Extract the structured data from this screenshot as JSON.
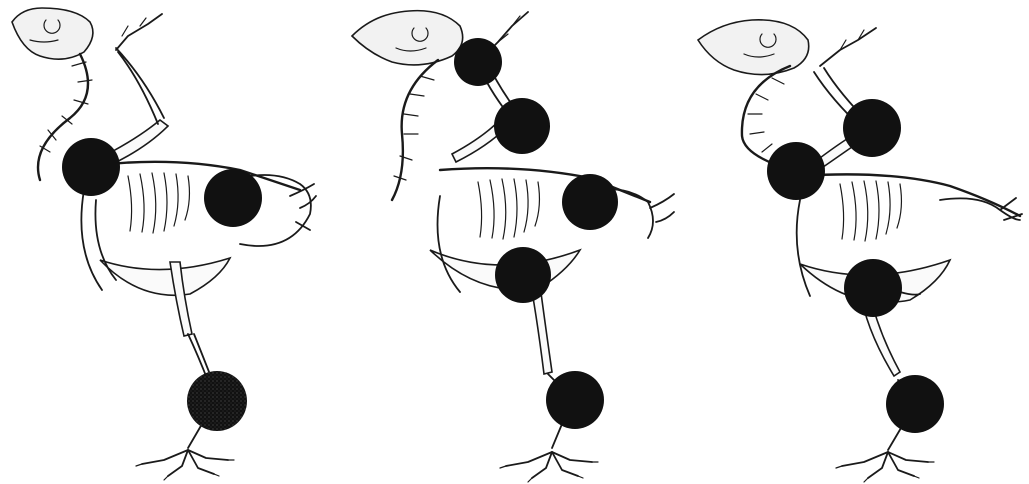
{
  "figure": {
    "panels": [
      {
        "id": "pose-1",
        "markers": [
          "neck-base",
          "hip",
          "ankle"
        ]
      },
      {
        "id": "pose-2",
        "markers": [
          "wing-wrist",
          "wing-elbow",
          "hip",
          "knee",
          "ankle"
        ]
      },
      {
        "id": "pose-3",
        "markers": [
          "neck-base",
          "wing-elbow",
          "knee",
          "ankle"
        ]
      }
    ],
    "colors": {
      "marker": "#111111",
      "ink": "#1a1a1a",
      "background": "#ffffff"
    }
  }
}
